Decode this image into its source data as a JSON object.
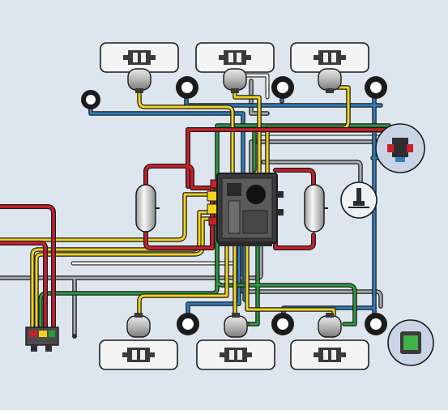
{
  "diagram": {
    "colors": {
      "background": "#dde6ee",
      "red": "#c8202a",
      "yellow": "#f2d21e",
      "green": "#2e9a3e",
      "blue": "#2f7fc0",
      "grey": "#9aa0a6",
      "white": "#f4f4f4",
      "outline": "#1b1b1b"
    },
    "components": [
      "tractor-ebs-control-module",
      "air-reservoir-left",
      "air-reservoir-right",
      "axle-module-front-left",
      "axle-module-front-center",
      "axle-module-front-right",
      "axle-module-rear-left",
      "axle-module-rear-center",
      "axle-module-rear-right",
      "wheel-speed-sensor",
      "trailer-connection-coupling",
      "pressure-control-valve",
      "wear-sensor",
      "diagnostic-display"
    ]
  }
}
